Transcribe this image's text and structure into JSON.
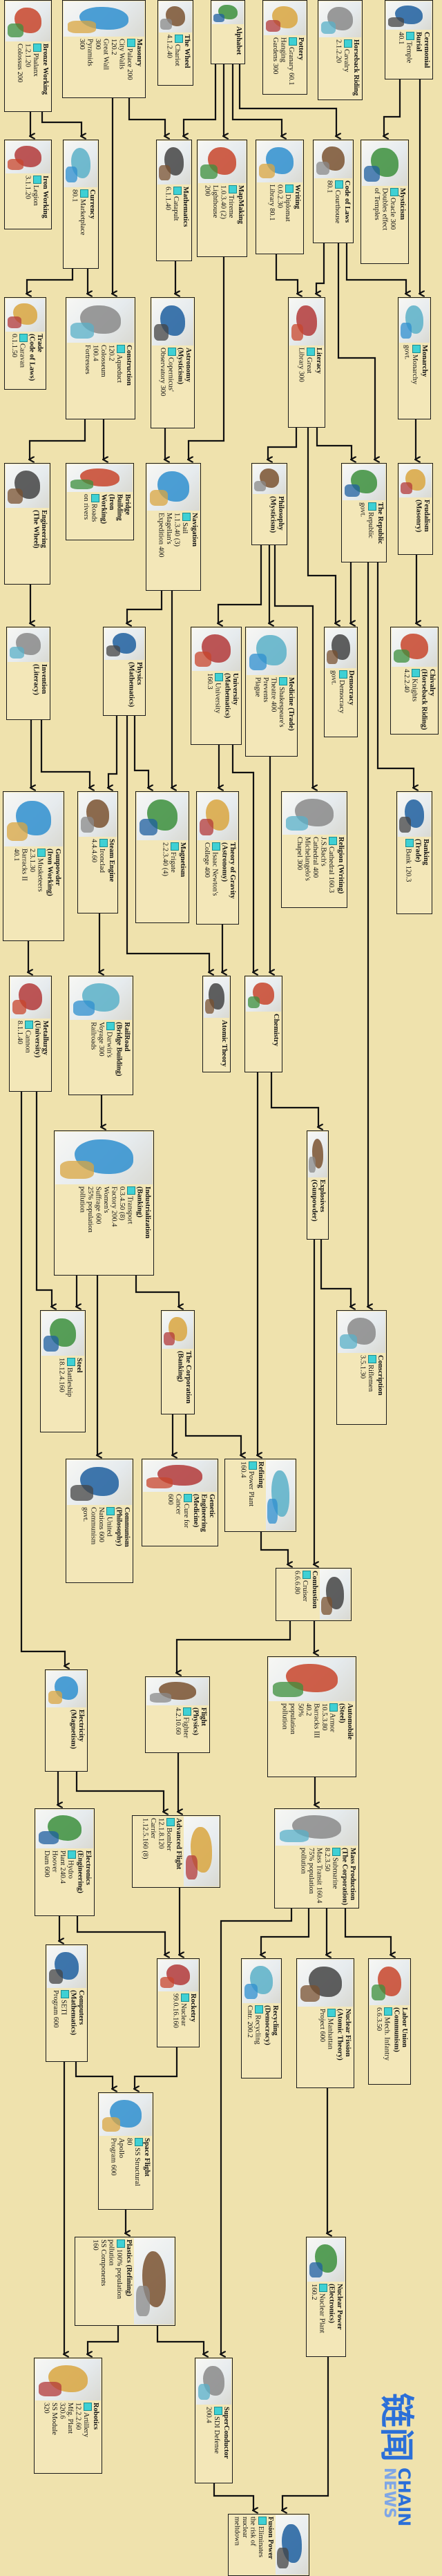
{
  "techs": [
    {
      "name": "Bronze Working",
      "prereq": "",
      "items": [
        "Phalanx",
        "1.2.1.20",
        "Colossus 200"
      ]
    },
    {
      "name": "Masonry",
      "prereq": "",
      "items": [
        "Palace 200",
        "City Walls",
        "120.2",
        "Great Wall",
        "300",
        "Pyramids",
        "300"
      ]
    },
    {
      "name": "The Wheel",
      "prereq": "",
      "items": [
        "Chariot",
        "4.1.2.40"
      ]
    },
    {
      "name": "Alphabet",
      "prereq": "",
      "items": []
    },
    {
      "name": "Pottery",
      "prereq": "",
      "items": [
        "Granary 60.1",
        "Hanging",
        "Gardens 300"
      ]
    },
    {
      "name": "Horseback Riding",
      "prereq": "",
      "items": [
        "Cavalry",
        "2.1.2.20"
      ]
    },
    {
      "name": "Ceremonial Burial",
      "prereq": "",
      "items": [
        "Temple",
        "40.1"
      ]
    },
    {
      "name": "Iron Working",
      "prereq": "",
      "items": [
        "Legion",
        "3.1.1.20"
      ]
    },
    {
      "name": "Currency",
      "prereq": "",
      "items": [
        "Marketplace",
        "80.1"
      ]
    },
    {
      "name": "Mathematics",
      "prereq": "",
      "items": [
        "Catapult",
        "6.1.1.40"
      ]
    },
    {
      "name": "MapMaking",
      "prereq": "",
      "items": [
        "Trireme",
        "1.0.3.40 (2)",
        "Lighthouse",
        "200"
      ]
    },
    {
      "name": "Writing",
      "prereq": "",
      "items": [
        "Diplomat",
        "0.0.2.30",
        "Library 80.1"
      ]
    },
    {
      "name": "Code of Laws",
      "prereq": "",
      "items": [
        "Courthouse",
        "80.1"
      ]
    },
    {
      "name": "Mysticism",
      "prereq": "",
      "items": [
        "Oracle 300",
        "Doubles effect",
        "of Temples"
      ]
    },
    {
      "name": "Trade",
      "prereq": "(Code of Laws)",
      "items": [
        "Caravan",
        "0.1.1.50"
      ]
    },
    {
      "name": "Construction",
      "prereq": "",
      "items": [
        "Aqueduct",
        "120.2",
        "Colosseum",
        "100.4",
        "Fortresses"
      ]
    },
    {
      "name": "Astronomy",
      "prereq": "(Mysticism)",
      "items": [
        "Copernicus'",
        "Observatory 300"
      ]
    },
    {
      "name": "Literacy",
      "prereq": "",
      "items": [
        "Great",
        "Library 300"
      ]
    },
    {
      "name": "Monarchy",
      "prereq": "",
      "items": [
        "Monarchy",
        "govt."
      ]
    },
    {
      "name": "Engineering",
      "prereq": "(The Wheel)",
      "items": []
    },
    {
      "name": "Bridge Building",
      "prereq": "(Iron Working)",
      "items": [
        "Roads",
        "on rivers"
      ]
    },
    {
      "name": "Navigation",
      "prereq": "",
      "items": [
        "Sail",
        "1.1.3.40 (3)",
        "Magellan's",
        "Expedition 400"
      ]
    },
    {
      "name": "Philosophy",
      "prereq": "(Mysticism)",
      "items": []
    },
    {
      "name": "The Republic",
      "prereq": "",
      "items": [
        "Republic",
        "govt."
      ]
    },
    {
      "name": "Feudalism",
      "prereq": "(Masonry)",
      "items": []
    },
    {
      "name": "Invention",
      "prereq": "(Literacy)",
      "items": []
    },
    {
      "name": "Physics",
      "prereq": "(Mathematics)",
      "items": []
    },
    {
      "name": "University",
      "prereq": "(Mathematics)",
      "items": [
        "University",
        "160.3"
      ]
    },
    {
      "name": "Medicine (Trade)",
      "prereq": "",
      "items": [
        "Shakespeare's",
        "Theatre 400",
        "Prevents",
        "Plague"
      ]
    },
    {
      "name": "Democracy",
      "prereq": "",
      "items": [
        "Democracy",
        "govt."
      ]
    },
    {
      "name": "Chivalry",
      "prereq": "(Horseback Riding)",
      "items": [
        "Knights",
        "4.2.2.40"
      ]
    },
    {
      "name": "Gunpowder",
      "prereq": "(Iron Working)",
      "items": [
        "Musketeers",
        "2.3.1.30",
        "Barracks II",
        "40.1"
      ]
    },
    {
      "name": "Steam Engine",
      "prereq": "",
      "items": [
        "Ironclad",
        "4.4.4.60"
      ]
    },
    {
      "name": "Magnetism",
      "prereq": "",
      "items": [
        "Frigate",
        "2.2.3.40 (4)"
      ]
    },
    {
      "name": "Theory of Gravity",
      "prereq": "(Astronomy)",
      "items": [
        "Isaac Newton's",
        "College 400"
      ]
    },
    {
      "name": "Religion (Writing)",
      "prereq": "",
      "items": [
        "Cathedral 160.3",
        "J.S.Bach's",
        "Cathedral 400",
        "Michelangelo's",
        "Chapel 300"
      ]
    },
    {
      "name": "Banking",
      "prereq": "(Trade)",
      "items": [
        "Bank 120.3"
      ]
    },
    {
      "name": "Metallurgy",
      "prereq": "(University)",
      "items": [
        "Cannon",
        "8.1.1.40"
      ]
    },
    {
      "name": "RailRoad",
      "prereq": "(Bridge Building)",
      "items": [
        "Darwin's",
        "Voyage 300",
        "Railroads"
      ]
    },
    {
      "name": "Atomic Theory",
      "prereq": "",
      "items": []
    },
    {
      "name": "Chemistry",
      "prereq": "",
      "items": []
    },
    {
      "name": "Industrialization",
      "prereq": "(Banking)",
      "items": [
        "Transport",
        "0.3.4.50 (8)",
        "Factory 200.4",
        "Women's",
        "Suffrage 600",
        "25% population",
        "pollution"
      ]
    },
    {
      "name": "Explosives",
      "prereq": "(Gunpowder)",
      "items": []
    },
    {
      "name": "Steel",
      "prereq": "",
      "items": [
        "Battleship",
        "18.12.4.160"
      ]
    },
    {
      "name": "The Corporation",
      "prereq": "(Banking)",
      "items": []
    },
    {
      "name": "Conscription",
      "prereq": "",
      "items": [
        "Riflemen",
        "3.5.1.30"
      ]
    },
    {
      "name": "Communism",
      "prereq": "(Philosophy)",
      "items": [
        "United",
        "Nations 600",
        "Communism",
        "govt."
      ]
    },
    {
      "name": "Genetic Engineering",
      "prereq": "(Medicine)",
      "items": [
        "Cure for Cancer",
        "600"
      ]
    },
    {
      "name": "Refining",
      "prereq": "",
      "items": [
        "Power Plant",
        "160.4"
      ]
    },
    {
      "name": "Combustion",
      "prereq": "",
      "items": [
        "Cruiser",
        "6.6.6.80"
      ]
    },
    {
      "name": "Automobile",
      "prereq": "(Steel)",
      "items": [
        "Armor",
        "10.5.3.80",
        "Barracks III",
        "40.2",
        "50%",
        "population",
        "pollution"
      ]
    },
    {
      "name": "Electricity",
      "prereq": "(Magnetism)",
      "items": []
    },
    {
      "name": "Flight (Physics)",
      "prereq": "",
      "items": [
        "Fighter",
        "4.2.10.60"
      ]
    },
    {
      "name": "Electronics",
      "prereq": "(Engineering)",
      "items": [
        "Hydro",
        "Plant 240.4",
        "Hoover",
        "Dam 600"
      ]
    },
    {
      "name": "Advanced Flight",
      "prereq": "",
      "items": [
        "Bomber",
        "12.1.8.120",
        "Carrier",
        "1.12.5.160 (8)"
      ]
    },
    {
      "name": "Mass Production",
      "prereq": "(The Corporation)",
      "items": [
        "Submarine 8.2.3.50",
        "Mass Transit 160.4",
        "75% population",
        "pollution"
      ]
    },
    {
      "name": "Computers",
      "prereq": "(Mathematics)",
      "items": [
        "SETI",
        "Program 600"
      ]
    },
    {
      "name": "Rocketry",
      "prereq": "",
      "items": [
        "Nuclear",
        "99.0.16.160"
      ]
    },
    {
      "name": "Recycling",
      "prereq": "(Democracy)",
      "items": [
        "Recycling",
        "Cntr. 200.2"
      ]
    },
    {
      "name": "Nuclear Fission",
      "prereq": "(Atomic Theory)",
      "items": [
        "Manhattan",
        "Project 600"
      ]
    },
    {
      "name": "Labor Union",
      "prereq": "(Communism)",
      "items": [
        "Mech. Infantry",
        "6.6.3.50"
      ]
    },
    {
      "name": "Space Flight",
      "prereq": "",
      "items": [
        "SS Structural",
        "80",
        "Apollo",
        "Program 600"
      ]
    },
    {
      "name": "Plastics (Refining)",
      "prereq": "",
      "items": [
        "100% population",
        "pollution",
        "SS Components",
        "160"
      ]
    },
    {
      "name": "Nuclear Power",
      "prereq": "(Electronics)",
      "items": [
        "Nuclear Plant",
        "160.2"
      ]
    },
    {
      "name": "Robotics",
      "prereq": "",
      "items": [
        "Artillery",
        "12.2.2.60",
        "Mfg. Plant",
        "320.6",
        "SS Module",
        "320"
      ]
    },
    {
      "name": "SuperConductor",
      "prereq": "",
      "items": [
        "SDI Defense",
        "200.4"
      ]
    },
    {
      "name": "Fusion Power",
      "prereq": "",
      "items": [
        "Eliminates",
        "the risk of",
        "nuclear",
        "meltdown"
      ]
    }
  ],
  "watermark": {
    "cn": "链闻",
    "en_top": "CHAIN",
    "en_bottom": "NEWS"
  },
  "colors": {
    "background": "#efe2ad",
    "box": "#f3e7b8",
    "line": "#111111",
    "icon": "#3fd0d4",
    "watermark": "#2b6fd8"
  }
}
